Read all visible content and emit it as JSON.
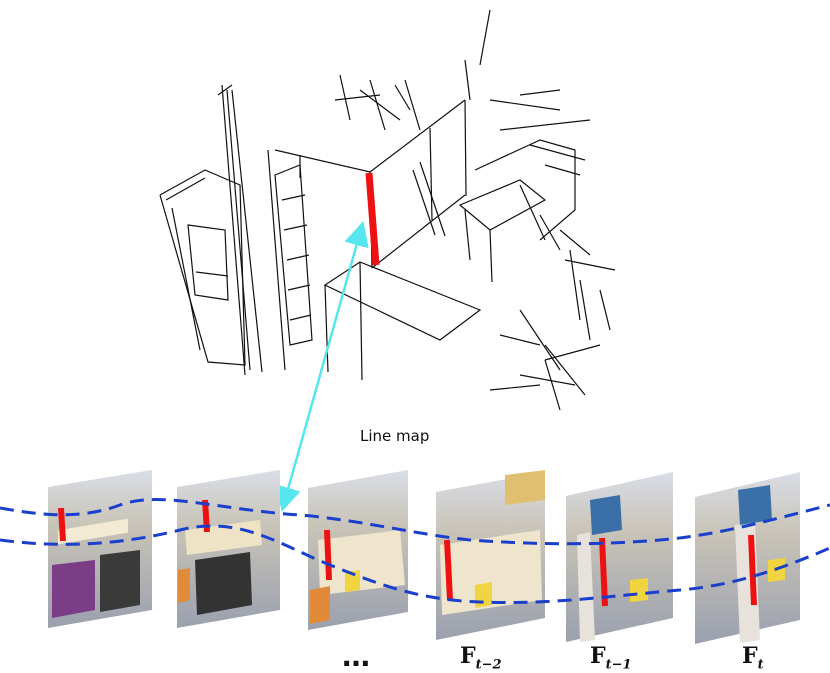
{
  "line_map_label": "Line map",
  "ellipsis": "…",
  "frames": [
    {
      "id": "frame-0",
      "label": ""
    },
    {
      "id": "frame-1",
      "label": ""
    },
    {
      "id": "frame-2",
      "label": ""
    },
    {
      "id": "frame-t-2",
      "base": "F",
      "sub": "t−2"
    },
    {
      "id": "frame-t-1",
      "base": "F",
      "sub": "t−1"
    },
    {
      "id": "frame-t",
      "base": "F",
      "sub": "t"
    }
  ],
  "colors": {
    "map_lines": "#111111",
    "highlight_line": "#ee1111",
    "correspondence_arrow": "#55e6ee",
    "track_dashes": "#1a3fcc"
  }
}
